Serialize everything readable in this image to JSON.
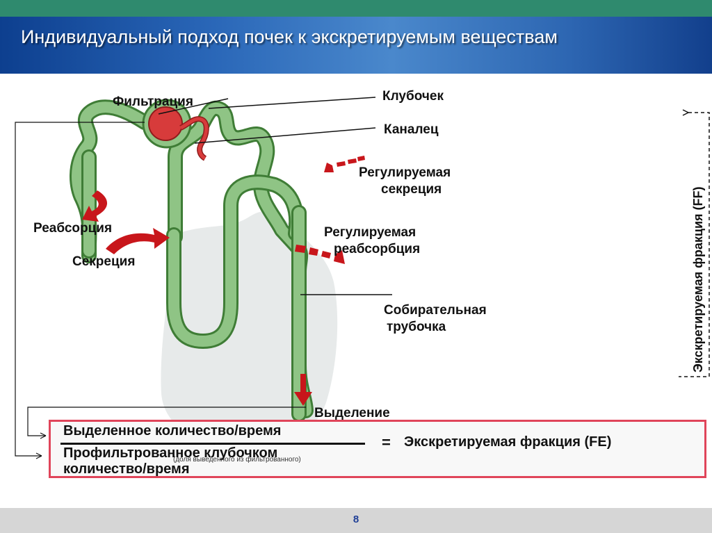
{
  "header": {
    "title": "Индивидуальный подход почек к экскретируемым веществам"
  },
  "diagram": {
    "labels": {
      "filtration": "Фильтрация",
      "glomerulus": "Клубочек",
      "tubule": "Каналец",
      "regulated_secretion_1": "Регулируемая",
      "regulated_secretion_2": "секреция",
      "reabsorption": "Реабсорция",
      "secretion": "Секреция",
      "regulated_reabsorption_1": "Регулируемая",
      "regulated_reabsorption_2": "реабсорбция",
      "collecting_duct_1": "Собирательная",
      "collecting_duct_2": "трубочка",
      "excretion": "Выделение",
      "side_label": "Экскретируемая фракция (FF)"
    },
    "colors": {
      "tubule": "#8fc485",
      "tubule_edge": "#3f7d36",
      "glomerulus": "#d73b3b",
      "arrow": "#c8161b",
      "frame": "#e0455a"
    }
  },
  "formula": {
    "numerator": "Выделенное количество/время",
    "denominator_line1": "Профильтрованное клубочком",
    "denominator_line2": "количество/время",
    "equals": "=",
    "result": "Экскретируемая фракция (FE)",
    "note": "(доля выведенного из фильтрованного)"
  },
  "footer": {
    "page_number": "8"
  }
}
